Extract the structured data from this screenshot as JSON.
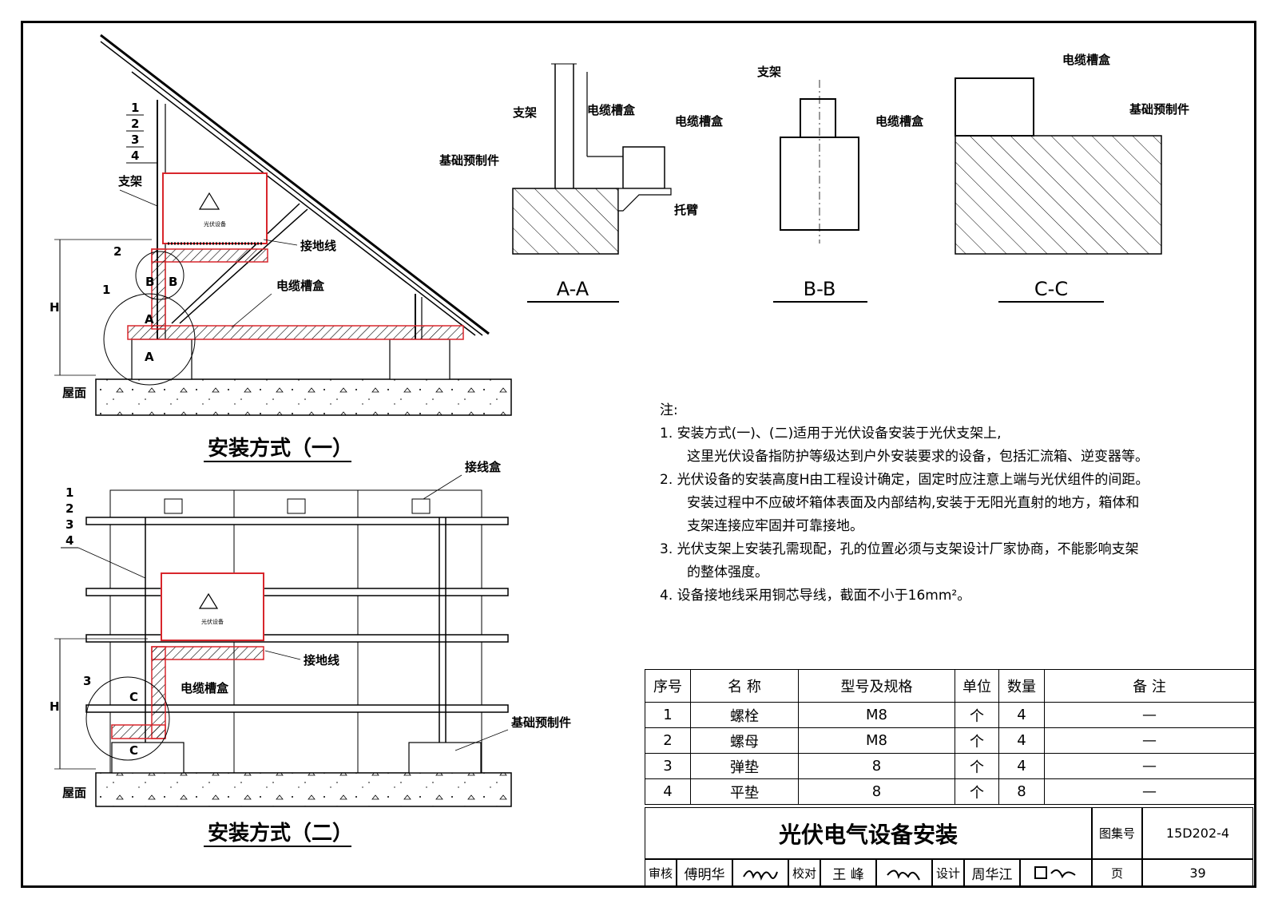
{
  "views": {
    "method1": {
      "title": "安装方式（一）"
    },
    "method2": {
      "title": "安装方式（二）"
    },
    "section_aa": {
      "title": "A-A"
    },
    "section_bb": {
      "title": "B-B"
    },
    "section_cc": {
      "title": "C-C"
    }
  },
  "callouts": {
    "bracket": "支架",
    "cable_tray": "电缆槽盒",
    "ground_wire": "接地线",
    "roof": "屋面",
    "foundation": "基础预制件",
    "junction_box": "接线盒",
    "cantilever": "托臂",
    "height": "H",
    "equipment_label": "光伏设备",
    "detail_1": "1",
    "detail_2": "2",
    "detail_3": "3",
    "item_numbers": [
      "1",
      "2",
      "3",
      "4"
    ],
    "sec_a": "A",
    "sec_b": "B",
    "sec_c": "C"
  },
  "notes": {
    "heading": "注:",
    "lines": [
      "1.  安装方式(一)、(二)适用于光伏设备安装于光伏支架上,",
      "这里光伏设备指防护等级达到户外安装要求的设备，包括汇流箱、逆变器等。",
      "2.  光伏设备的安装高度H由工程设计确定，固定时应注意上端与光伏组件的间距。",
      "安装过程中不应破坏箱体表面及内部结构,安装于无阳光直射的地方，箱体和",
      "支架连接应牢固并可靠接地。",
      "3.  光伏支架上安装孔需现配，孔的位置必须与支架设计厂家协商，不能影响支架",
      "的整体强度。",
      "4.  设备接地线采用铜芯导线，截面不小于16mm²。"
    ]
  },
  "bom": {
    "headers": [
      "序号",
      "名 称",
      "型号及规格",
      "单位",
      "数量",
      "备 注"
    ],
    "rows": [
      [
        "1",
        "螺栓",
        "M8",
        "个",
        "4",
        "—"
      ],
      [
        "2",
        "螺母",
        "M8",
        "个",
        "4",
        "—"
      ],
      [
        "3",
        "弹垫",
        "8",
        "个",
        "4",
        "—"
      ],
      [
        "4",
        "平垫",
        "8",
        "个",
        "8",
        "—"
      ]
    ]
  },
  "title_block": {
    "drawing_title": "光伏电气设备安装",
    "atlas_label": "图集号",
    "atlas_number": "15D202-4",
    "page_label": "页",
    "page_number": "39",
    "review_label": "审核",
    "reviewer": "傅明华",
    "check_label": "校对",
    "checker": "王 峰",
    "design_label": "设计",
    "designer": "周华江"
  },
  "colors": {
    "line": "#000000",
    "box_outline": "#d8262c",
    "hatch": "#000000"
  }
}
